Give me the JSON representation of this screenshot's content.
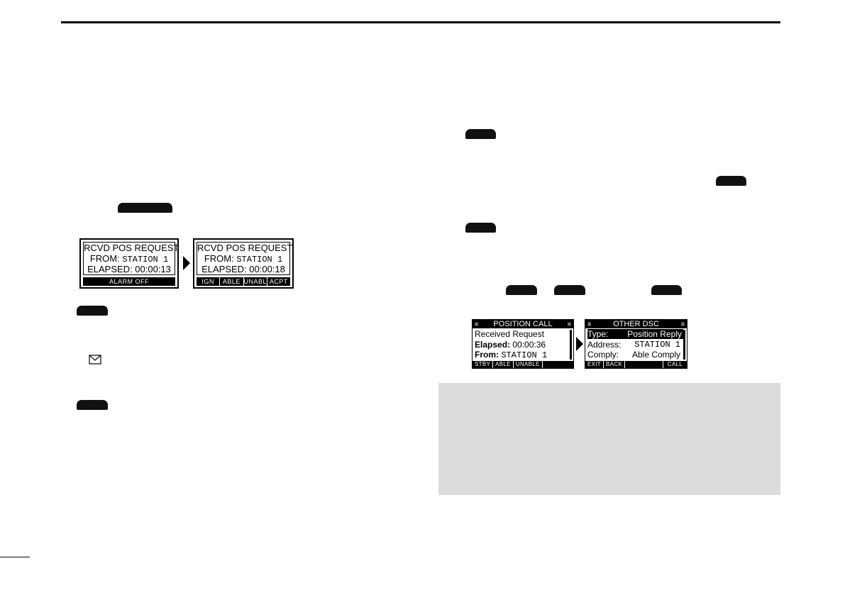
{
  "screen1": {
    "line1": "RCVD POS REQUEST",
    "line2_label": "FROM:",
    "line2_value": "STATION 1",
    "line3": "ELAPSED: 00:00:13",
    "softkeys": [
      "ALARM OFF"
    ]
  },
  "screen2": {
    "line1": "RCVD POS REQUEST",
    "line2_label": "FROM:",
    "line2_value": "STATION 1",
    "line3": "ELAPSED: 00:00:18",
    "softkeys": [
      "IGN",
      "ABLE",
      "UNABLE",
      "ACPT"
    ]
  },
  "screen3": {
    "title": "POSITION CALL",
    "line1": "Received Request",
    "line2_label": "Elapsed:",
    "line2_value": "00:00:36",
    "line3_label": "From:",
    "line3_value": "STATION 1",
    "softkeys": [
      "STBY",
      "ABLE",
      "UNABLE"
    ]
  },
  "screen4": {
    "title": "OTHER DSC",
    "line1_label": "Type:",
    "line1_value": "Position Reply",
    "line2_label": "Address:",
    "line2_value": "STATION 1",
    "line3_label": "Comply:",
    "line3_value": "Able Comply",
    "softkeys": [
      "EXIT",
      "BACK",
      "CALL"
    ]
  }
}
